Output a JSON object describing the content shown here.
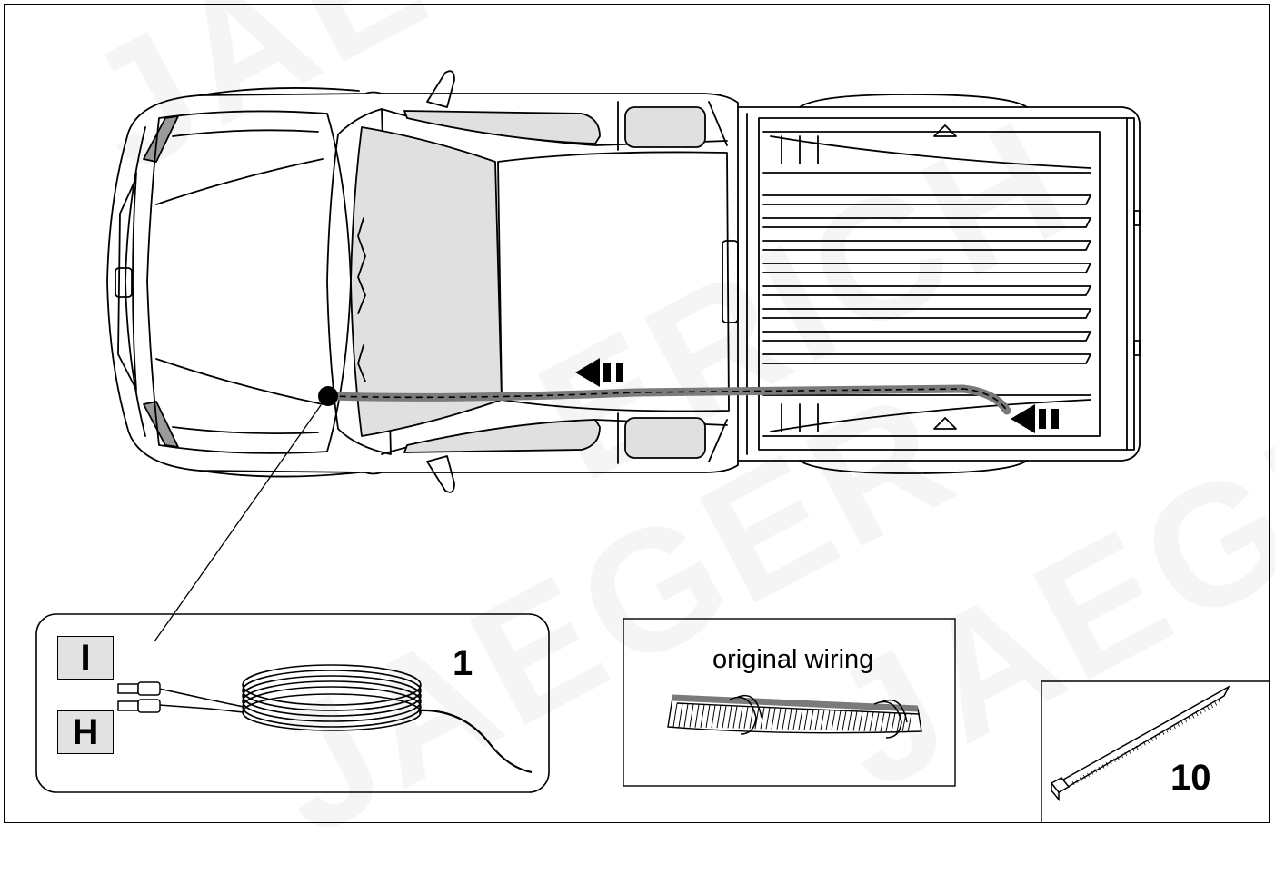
{
  "watermark": {
    "text_a": "JAEGER",
    "text_b": "ERICH",
    "text_c": "ERICH JAEGER"
  },
  "parts": {
    "harness": {
      "label_top": "I",
      "label_bottom": "H",
      "number": "1"
    },
    "original_wiring": {
      "caption": "original wiring"
    },
    "cable_tie": {
      "number": "10"
    }
  },
  "colors": {
    "ink": "#000000",
    "glass": "#e0e0e0",
    "cable": "#7a7a7a",
    "label_fill": "#e2e2e2"
  }
}
